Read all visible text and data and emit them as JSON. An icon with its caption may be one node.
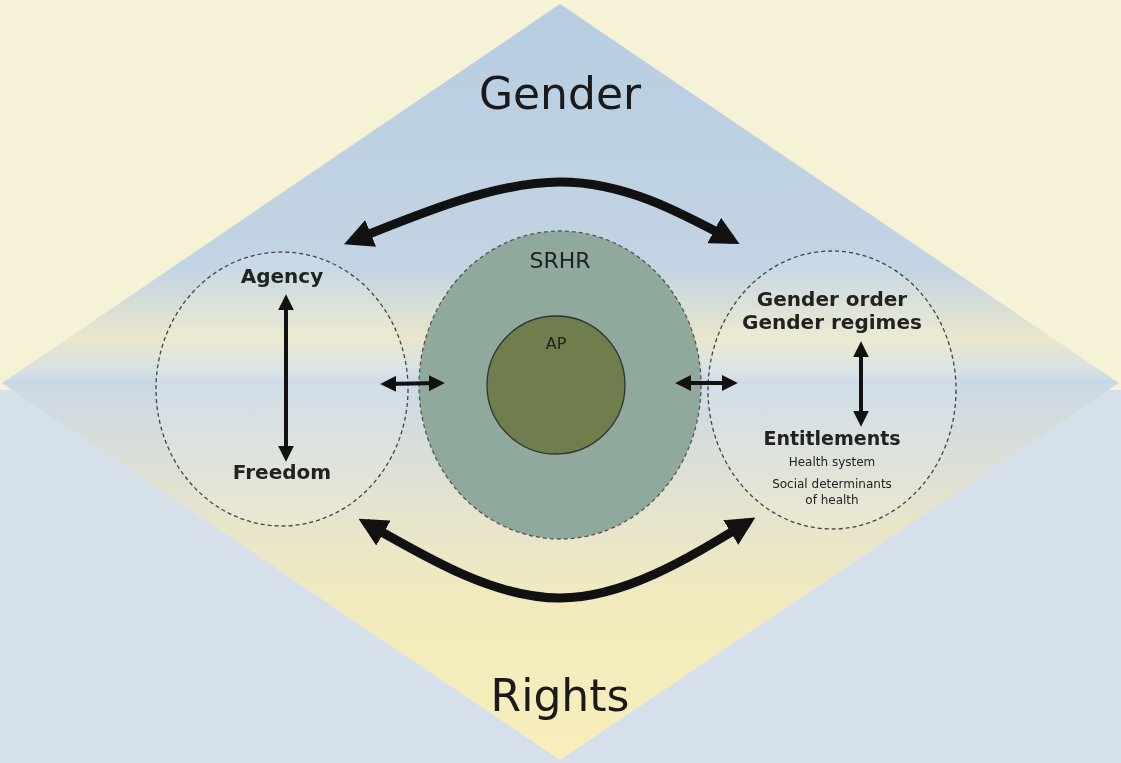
{
  "diagram": {
    "nodes": [
      {
        "text": [],
        "shape": "circle"
      },
      {
        "text": [
          "Agency"
        ],
        "in": 0
      },
      {
        "text": [
          "Freedom"
        ],
        "in": 0
      },
      {
        "text": [
          "SRHR"
        ]
      },
      {
        "text": [
          "AP"
        ],
        "in": 3
      },
      {
        "text": [],
        "shape": "circle"
      },
      {
        "text": [
          "Gender order",
          "Gender regimes"
        ],
        "in": 5
      },
      {
        "text": [
          "Entitlements",
          "Health system",
          "Social determinants of health"
        ],
        "in": 5
      }
    ],
    "edges": [
      {
        "from": 1,
        "to": 2,
        "arrow": "both"
      },
      {
        "from": 0,
        "to": 3,
        "arrow": "both"
      },
      {
        "from": 3,
        "to": 5,
        "arrow": "both"
      },
      {
        "from": 6,
        "to": 7,
        "arrow": "both"
      },
      {
        "from": 0,
        "to": 5,
        "arrow": "both",
        "style": "thick"
      },
      {
        "from": 0,
        "to": 5,
        "arrow": "both",
        "style": "thick"
      }
    ],
    "labels": [
      "Gender",
      "Rights"
    ]
  }
}
